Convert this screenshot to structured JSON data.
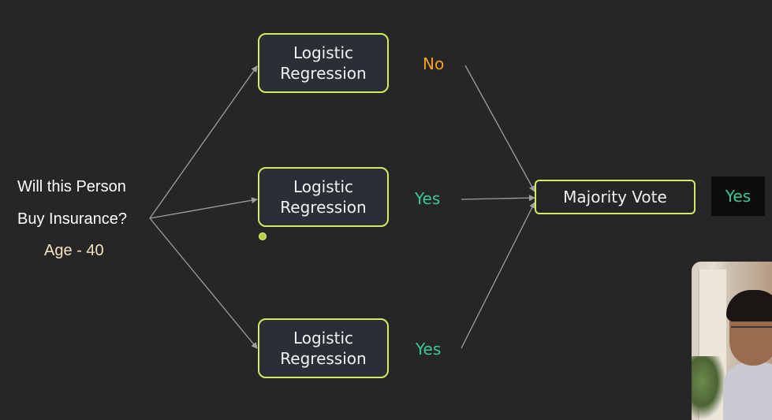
{
  "question": {
    "line1": "Will this Person",
    "line2": "Buy Insurance?",
    "age": "Age - 40"
  },
  "models": [
    {
      "line1": "Logistic",
      "line2": "Regression"
    },
    {
      "line1": "Logistic",
      "line2": "Regression"
    },
    {
      "line1": "Logistic",
      "line2": "Regression"
    }
  ],
  "predictions": [
    "No",
    "Yes",
    "Yes"
  ],
  "aggregator": "Majority Vote",
  "final_output": "Yes",
  "colors": {
    "background": "#262626",
    "box_border": "#d4ea62",
    "box_fill": "#2a2f36",
    "no": "#f6a11c",
    "yes": "#3ac79a",
    "age_text": "#f3e2c0",
    "connector": "#a0a0a0"
  }
}
